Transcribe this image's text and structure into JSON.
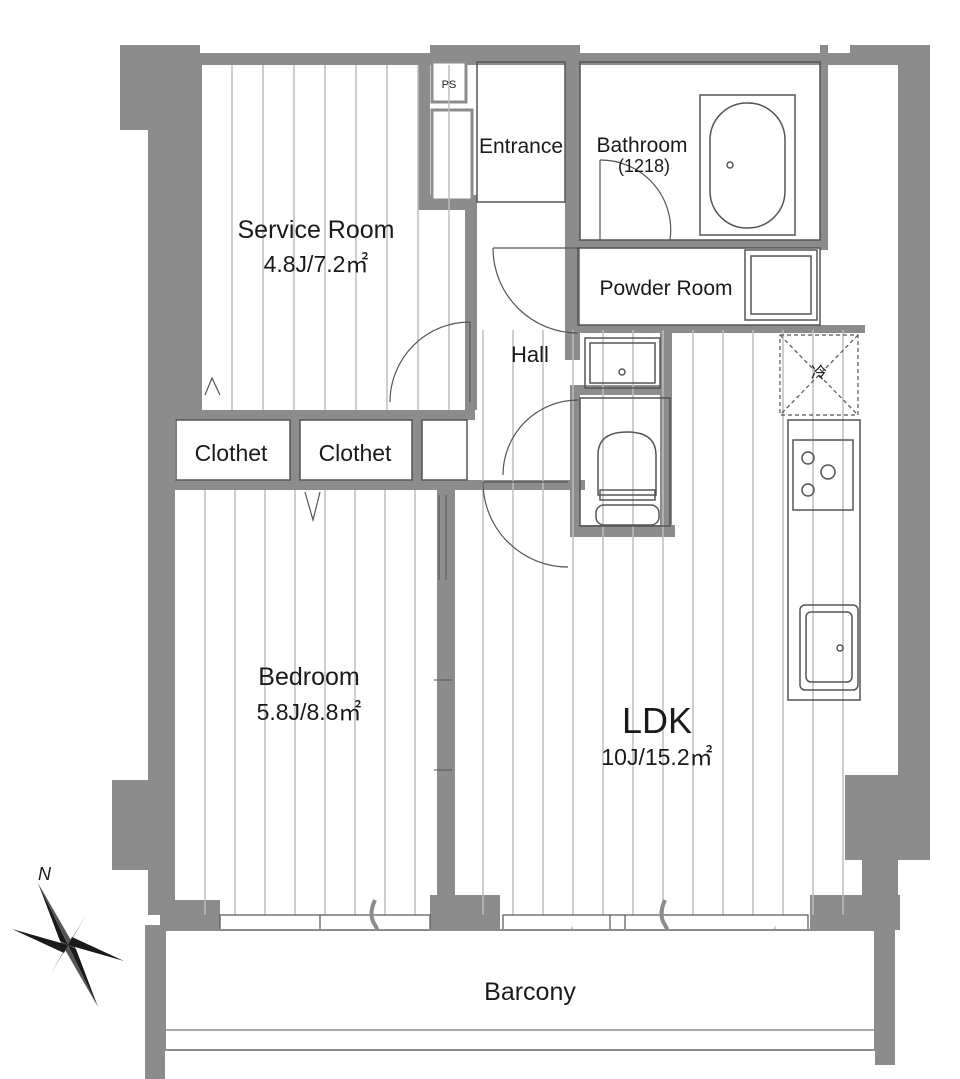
{
  "plan": {
    "rooms": {
      "service_room": {
        "name": "Service Room",
        "area": "4.8J/7.2㎡"
      },
      "bedroom": {
        "name": "Bedroom",
        "area": "5.8J/8.8㎡"
      },
      "ldk": {
        "name": "LDK",
        "area": "10J/15.2㎡"
      },
      "entrance": {
        "name": "Entrance"
      },
      "bathroom": {
        "name": "Bathroom",
        "size": "(1218)"
      },
      "powder_room": {
        "name": "Powder Room"
      },
      "hall": {
        "name": "Hall"
      },
      "closet_left": {
        "name": "Clothet"
      },
      "closet_right": {
        "name": "Clothet"
      },
      "balcony": {
        "name": "Barcony"
      }
    },
    "fixtures": {
      "pipe_space": "PS",
      "fridge": "冷"
    },
    "compass": {
      "north": "N"
    }
  },
  "colors": {
    "wall": "#8c8c8c",
    "wall_light": "#b5b5b5",
    "line": "#555555",
    "floor_line": "#bdbdbd",
    "background": "#ffffff"
  }
}
